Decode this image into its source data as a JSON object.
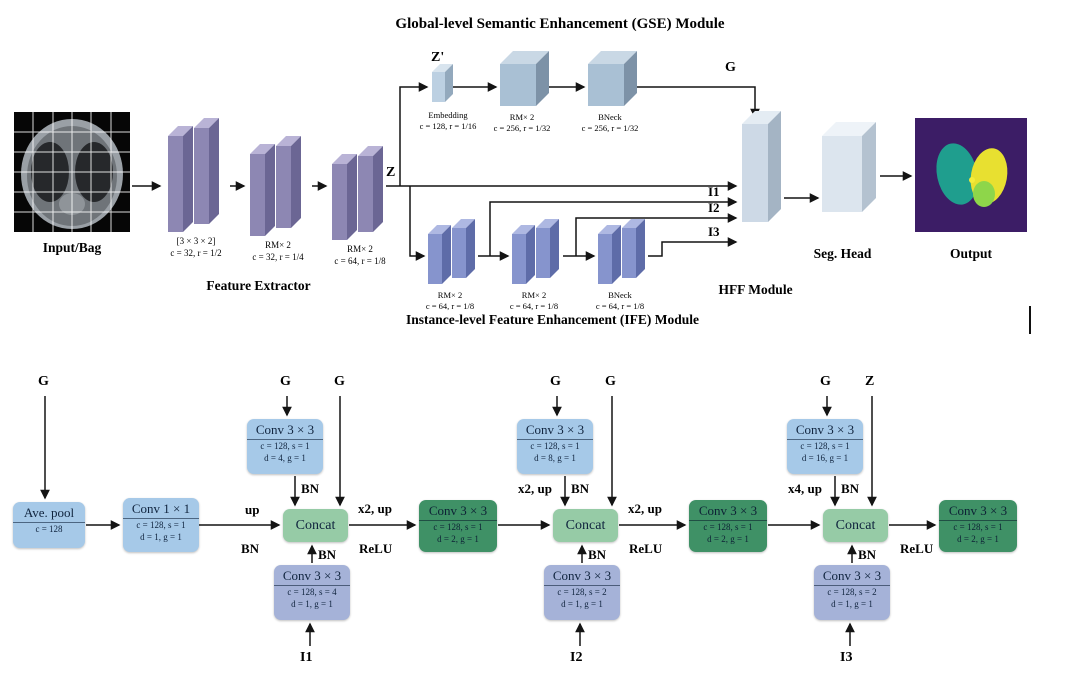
{
  "figure": {
    "gse_title": "Global-level Semantic Enhancement (GSE) Module",
    "ife_title": "Instance-level Feature Enhancement (IFE) Module",
    "input_label": "Input/Bag",
    "feature_extractor_label": "Feature Extractor",
    "hff_label": "HFF Module",
    "seg_head_label": "Seg. Head",
    "output_label": "Output"
  },
  "labels": {
    "z": "Z",
    "z_prime": "Z'",
    "g": "G",
    "i1": "I1",
    "i2": "I2",
    "i3": "I3",
    "up": "up",
    "bn": "BN",
    "relu": "ReLU",
    "x2_up": "x2, up",
    "x4_up": "x4, up"
  },
  "feature_extractor_blocks": [
    {
      "name": "[3 × 3 × 2]",
      "spec": "c = 32, r = 1/2"
    },
    {
      "name": "RM× 2",
      "spec": "c = 32, r = 1/4"
    },
    {
      "name": "RM× 2",
      "spec": "c = 64, r = 1/8"
    }
  ],
  "gse_blocks": [
    {
      "name": "Embedding",
      "spec": "c = 128, r = 1/16"
    },
    {
      "name": "RM× 2",
      "spec": "c = 256, r = 1/32"
    },
    {
      "name": "BNeck",
      "spec": "c = 256, r = 1/32"
    }
  ],
  "ife_blocks": [
    {
      "name": "RM× 2",
      "spec": "c = 64, r = 1/8"
    },
    {
      "name": "RM× 2",
      "spec": "c = 64, r = 1/8"
    },
    {
      "name": "BNeck",
      "spec": "c = 64, r = 1/8"
    }
  ],
  "hff": {
    "avepool": {
      "title": "Ave. pool",
      "spec1": "c = 128"
    },
    "conv1x1": {
      "title": "Conv 1 × 1",
      "spec1": "c = 128, s = 1",
      "spec2": "d = 1, g = 1"
    },
    "concat": "Concat",
    "stages": [
      {
        "top_conv": {
          "title": "Conv 3 × 3",
          "spec1": "c = 128, s = 1",
          "spec2": "d = 4, g = 1"
        },
        "bottom_conv": {
          "title": "Conv 3 × 3",
          "spec1": "c = 128, s = 4",
          "spec2": "d = 1, g = 1"
        },
        "out_conv": {
          "title": "Conv 3 × 3",
          "spec1": "c = 128, s = 1",
          "spec2": "d = 2, g = 1"
        }
      },
      {
        "top_conv": {
          "title": "Conv 3 × 3",
          "spec1": "c = 128, s = 1",
          "spec2": "d = 8, g = 1"
        },
        "bottom_conv": {
          "title": "Conv 3 × 3",
          "spec1": "c = 128, s = 2",
          "spec2": "d = 1, g = 1"
        },
        "out_conv": {
          "title": "Conv 3 × 3",
          "spec1": "c = 128, s = 1",
          "spec2": "d = 2, g = 1"
        }
      },
      {
        "top_conv": {
          "title": "Conv 3 × 3",
          "spec1": "c = 128, s = 1",
          "spec2": "d = 16, g = 1"
        },
        "bottom_conv": {
          "title": "Conv 3 × 3",
          "spec1": "c = 128, s = 2",
          "spec2": "d = 1, g = 1"
        },
        "out_conv": {
          "title": "Conv 3 × 3",
          "spec1": "c = 128, s = 1",
          "spec2": "d = 2, g = 1"
        }
      }
    ]
  },
  "colors": {
    "fe_purple": "#8d87b3",
    "gse_steel_blue": "#a9c0d4",
    "ife_periwinkle": "#8694cd",
    "hff_slab": "#cdd9e6",
    "seg_head_slab": "#dce5ee",
    "light_blue_block": "#a6c9e8",
    "blue_gray_block": "#a5b2d8",
    "concat_green": "#96cba6",
    "conv_dark_green": "#3f9166",
    "arrow": "#141414",
    "output_bg": "#3c1d66",
    "output_teal": "#1f9e8e",
    "output_yellow": "#e8e030"
  }
}
